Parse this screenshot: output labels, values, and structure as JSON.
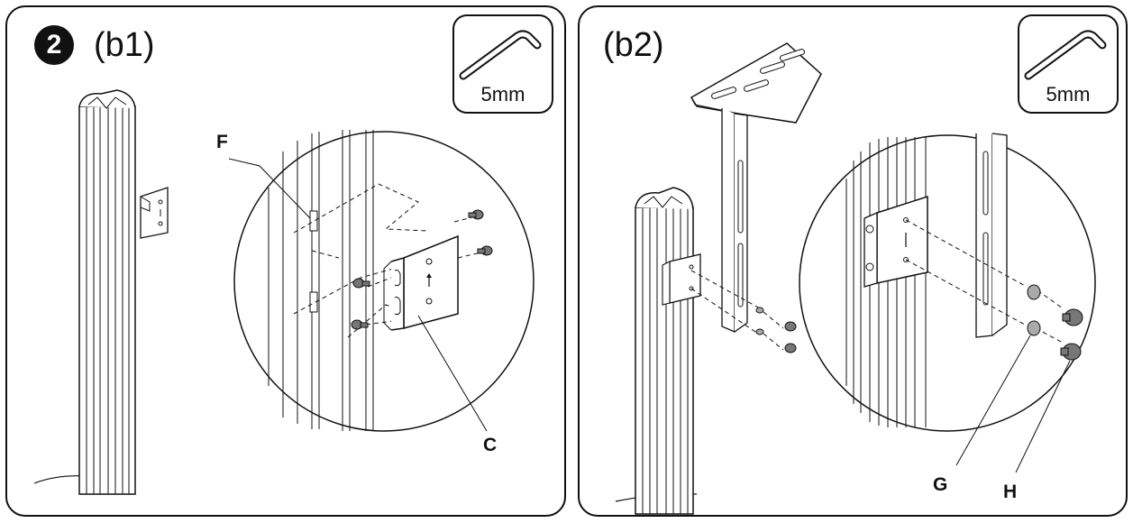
{
  "left_panel": {
    "step_number": "2",
    "title": "(b1)",
    "tool": {
      "icon": "hex-key-icon",
      "label": "5mm"
    },
    "callouts": {
      "f": "F",
      "c": "C"
    }
  },
  "right_panel": {
    "title": "(b2)",
    "tool": {
      "icon": "hex-key-icon",
      "label": "5mm"
    },
    "callouts": {
      "g": "G",
      "h": "H"
    }
  }
}
